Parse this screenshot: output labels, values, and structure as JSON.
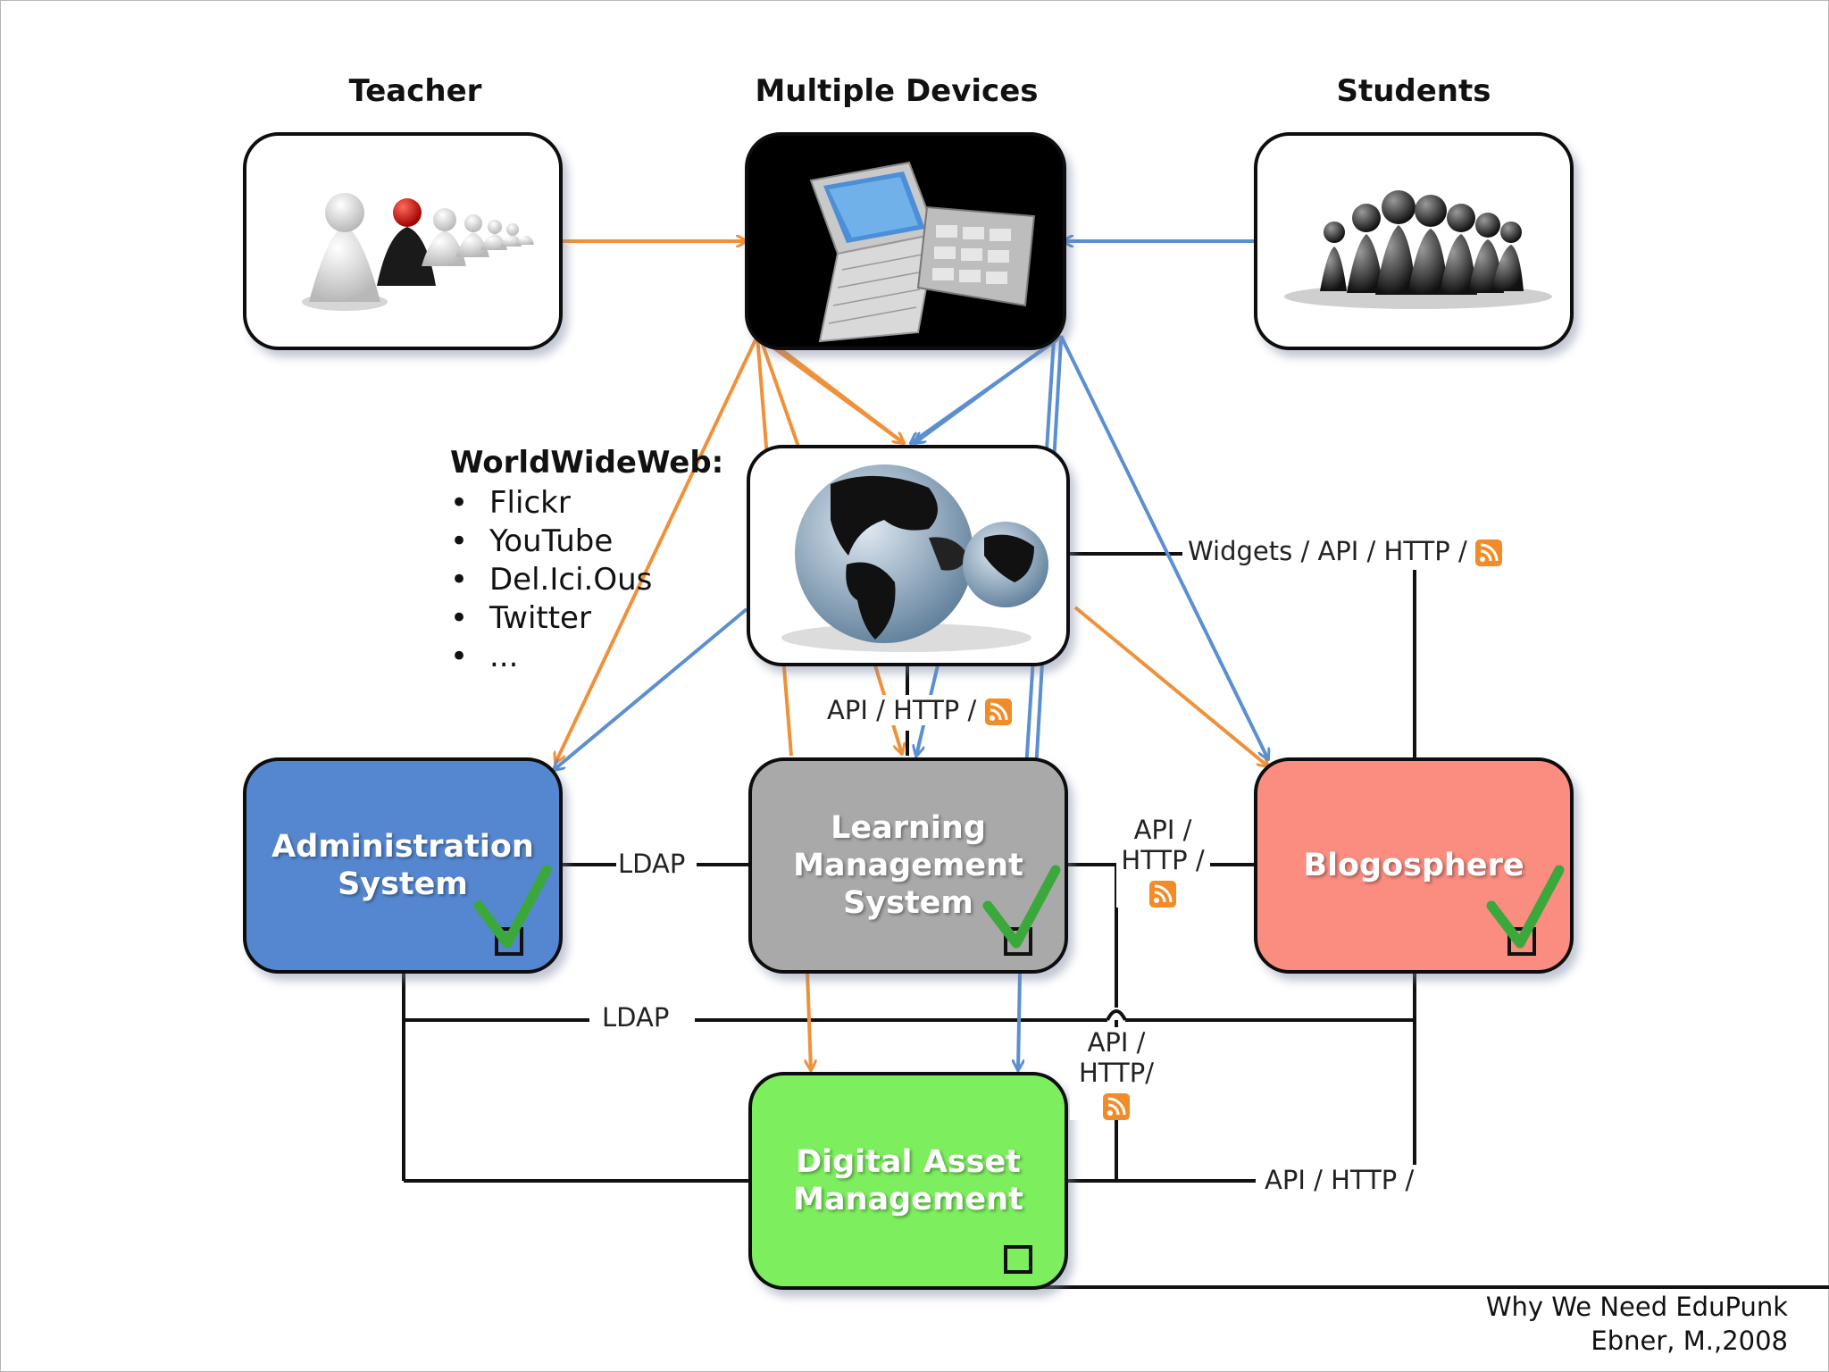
{
  "headings": {
    "teacher": "Teacher",
    "devices": "Multiple Devices",
    "students": "Students"
  },
  "www": {
    "title": "WorldWideWeb:",
    "items": [
      "Flickr",
      "YouTube",
      "Del.Ici.Ous",
      "Twitter",
      "..."
    ]
  },
  "systems": {
    "admin": [
      "Administration",
      "System"
    ],
    "lms": [
      "Learning",
      "Management",
      "System"
    ],
    "blog": [
      "Blogosphere"
    ],
    "dam": [
      "Digital Asset",
      "Management"
    ]
  },
  "connections": {
    "widgets": "Widgets / API / HTTP /",
    "api_www_lms": "API / HTTP /",
    "ldap_admin_lms": "LDAP",
    "lms_blog_1": "API /",
    "lms_blog_2": "HTTP /",
    "ldap_bus": "LDAP",
    "dam_lms_1": "API /",
    "dam_lms_2": "HTTP/",
    "dam_blog": "API / HTTP /"
  },
  "citation": {
    "line1": "Why We Need EduPunk",
    "line2": "Ebner, M.,2008"
  },
  "colors": {
    "teacher_arrows": "#f0913a",
    "student_arrows": "#5b8fd0",
    "admin": "#5587d0",
    "lms": "#a9a9a9",
    "blog": "#fa8c80",
    "dam": "#7dee5e",
    "check": "#3aa83a",
    "rss": "#f28c28"
  },
  "icons": [
    "people-figures-icon",
    "devices-icon",
    "chess-pawns-icon",
    "globe-icon",
    "rss-icon",
    "checkmark-icon"
  ]
}
